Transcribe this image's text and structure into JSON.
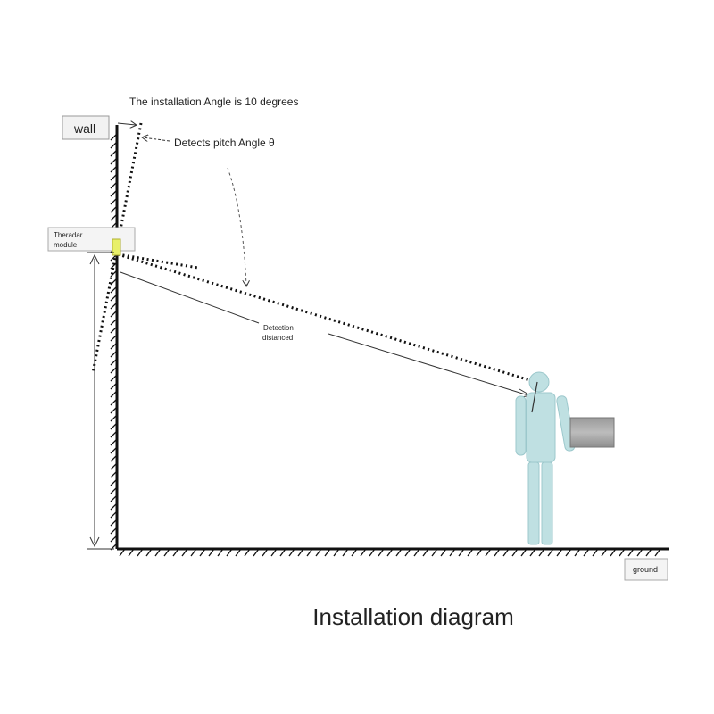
{
  "labels": {
    "wall": "wall",
    "installation_angle": "The installation Angle is 10 degrees",
    "pitch_angle": "Detects pitch Angle θ",
    "radar_module_line1": "Theradar",
    "radar_module_line2": "module",
    "detection_line1": "Detection",
    "detection_line2": "distanced",
    "ground": "ground"
  },
  "caption": "Installation diagram",
  "colors": {
    "person": "#bfe0e2",
    "person_outline": "#9cc8cc",
    "ink": "#111111",
    "radar": "#e8f06a"
  },
  "icons": [
    "person-figure",
    "box-object",
    "radar-module-icon"
  ]
}
